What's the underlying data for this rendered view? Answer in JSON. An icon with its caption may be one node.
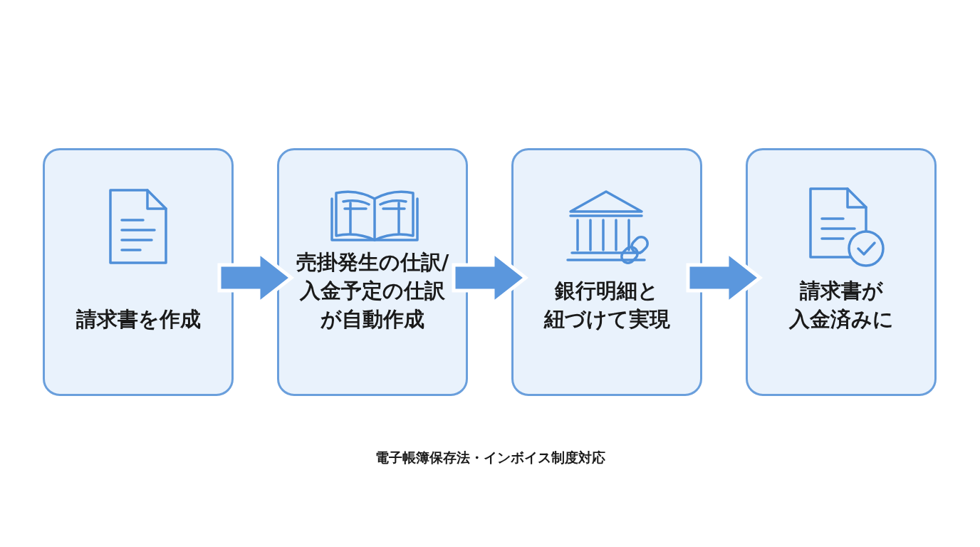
{
  "diagram": {
    "caption": "電子帳簿保存法・インボイス制度対応",
    "nodes": [
      {
        "text": [
          "請求書を作成"
        ]
      },
      {
        "text": [
          "売掛発生の仕訳/入金予定の仕訳が自動作成"
        ]
      },
      {
        "text": [
          "銀行明細と紐づけて実現"
        ]
      },
      {
        "text": [
          "請求書が入金済みに"
        ]
      }
    ],
    "edges": [
      {
        "from": 0,
        "to": 1,
        "arrow": "to"
      },
      {
        "from": 1,
        "to": 2,
        "arrow": "to"
      },
      {
        "from": 2,
        "to": 3,
        "arrow": "to"
      }
    ]
  }
}
